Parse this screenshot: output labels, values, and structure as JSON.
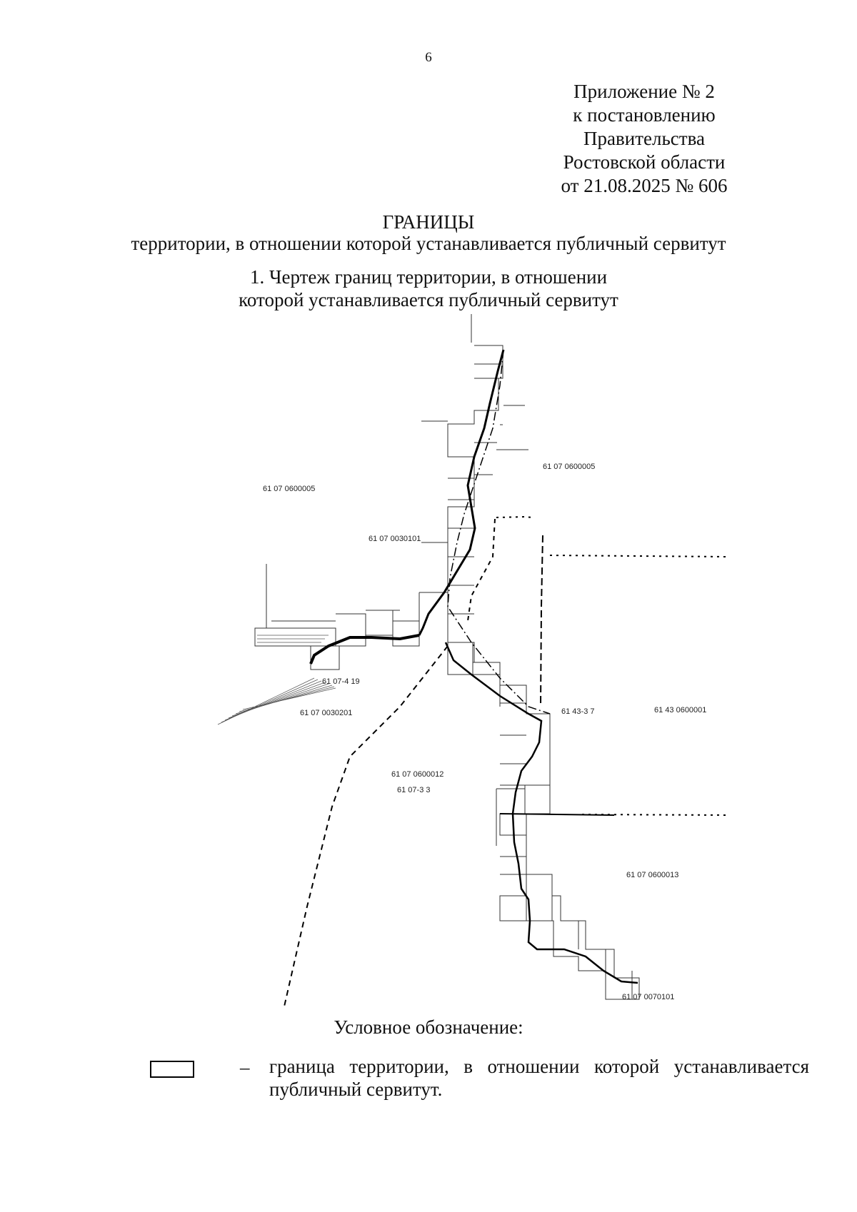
{
  "page_number": "6",
  "appendix": {
    "line1": "Приложение № 2",
    "line2": "к постановлению",
    "line3": "Правительства",
    "line4": "Ростовской области",
    "line5": "от 21.08.2025 № 606"
  },
  "title": "ГРАНИЦЫ",
  "subtitle": "территории, в отношении которой устанавливается публичный сервитут",
  "section": {
    "line1": "1. Чертеж границ территории, в отношении",
    "line2": "которой устанавливается публичный сервитут"
  },
  "drawing_labels": {
    "parcel_1": "61 07 0600005",
    "parcel_2": "61 07 0600005",
    "parcel_3": "61 07 0030101",
    "parcel_4": "61 07-4 19",
    "parcel_5": "61 07 0030201",
    "parcel_6": "61 43-3 7",
    "parcel_7": "61 43 0600001",
    "parcel_8": "61 07 0600012",
    "parcel_9": "61 07-3 3",
    "parcel_10": "61 07 0600013",
    "parcel_11": "61 07 0070101"
  },
  "legend": {
    "heading": "Условное обозначение:",
    "dash": "–",
    "text_line1": "граница территории, в отношении которой устанавливается",
    "text_line2": "публичный сервитут."
  }
}
